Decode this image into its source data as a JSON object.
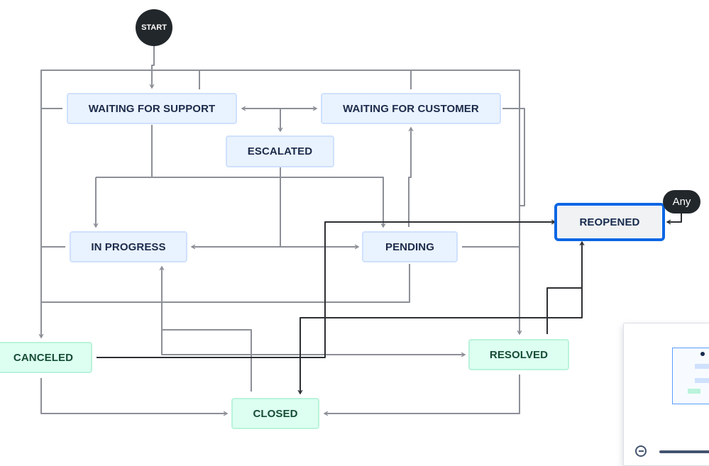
{
  "diagram": {
    "start_label": "START",
    "any_label": "Any",
    "statuses": {
      "waiting_for_support": "WAITING FOR SUPPORT",
      "waiting_for_customer": "WAITING FOR CUSTOMER",
      "escalated": "ESCALATED",
      "in_progress": "IN PROGRESS",
      "pending": "PENDING",
      "reopened": "REOPENED",
      "canceled": "CANCELED",
      "resolved": "RESOLVED",
      "closed": "CLOSED"
    },
    "colors": {
      "todo_fill": "#e9f2ff",
      "todo_border": "#cfe1fd",
      "done_fill": "#dcfff1",
      "done_border": "#baf3db",
      "selected_border": "#0c66e4",
      "node_dark": "#22272b",
      "wire_gray": "#8c8f97",
      "wire_dark": "#2c2f33"
    }
  }
}
